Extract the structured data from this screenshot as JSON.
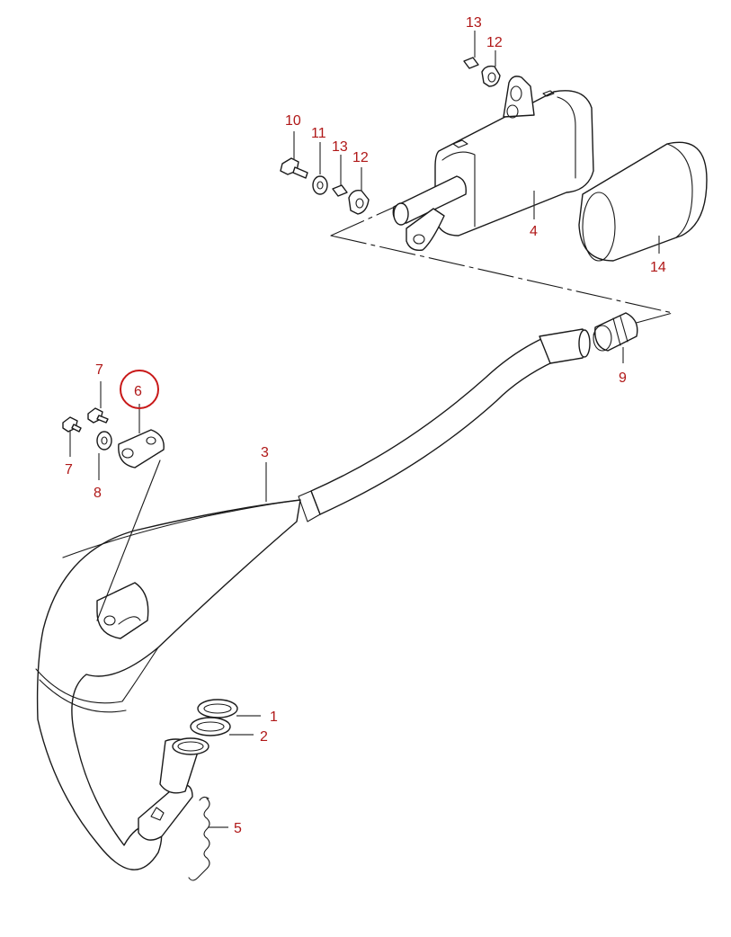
{
  "diagram": {
    "accent_color": "#b01818",
    "highlight_color": "#c81818",
    "highlighted_part": "6",
    "callouts": {
      "p1": "1",
      "p2": "2",
      "p3": "3",
      "p4": "4",
      "p5": "5",
      "p6": "6",
      "p7a": "7",
      "p7b": "7",
      "p8": "8",
      "p9": "9",
      "p10": "10",
      "p11": "11",
      "p12a": "12",
      "p12b": "12",
      "p13a": "13",
      "p13b": "13",
      "p14": "14"
    }
  }
}
